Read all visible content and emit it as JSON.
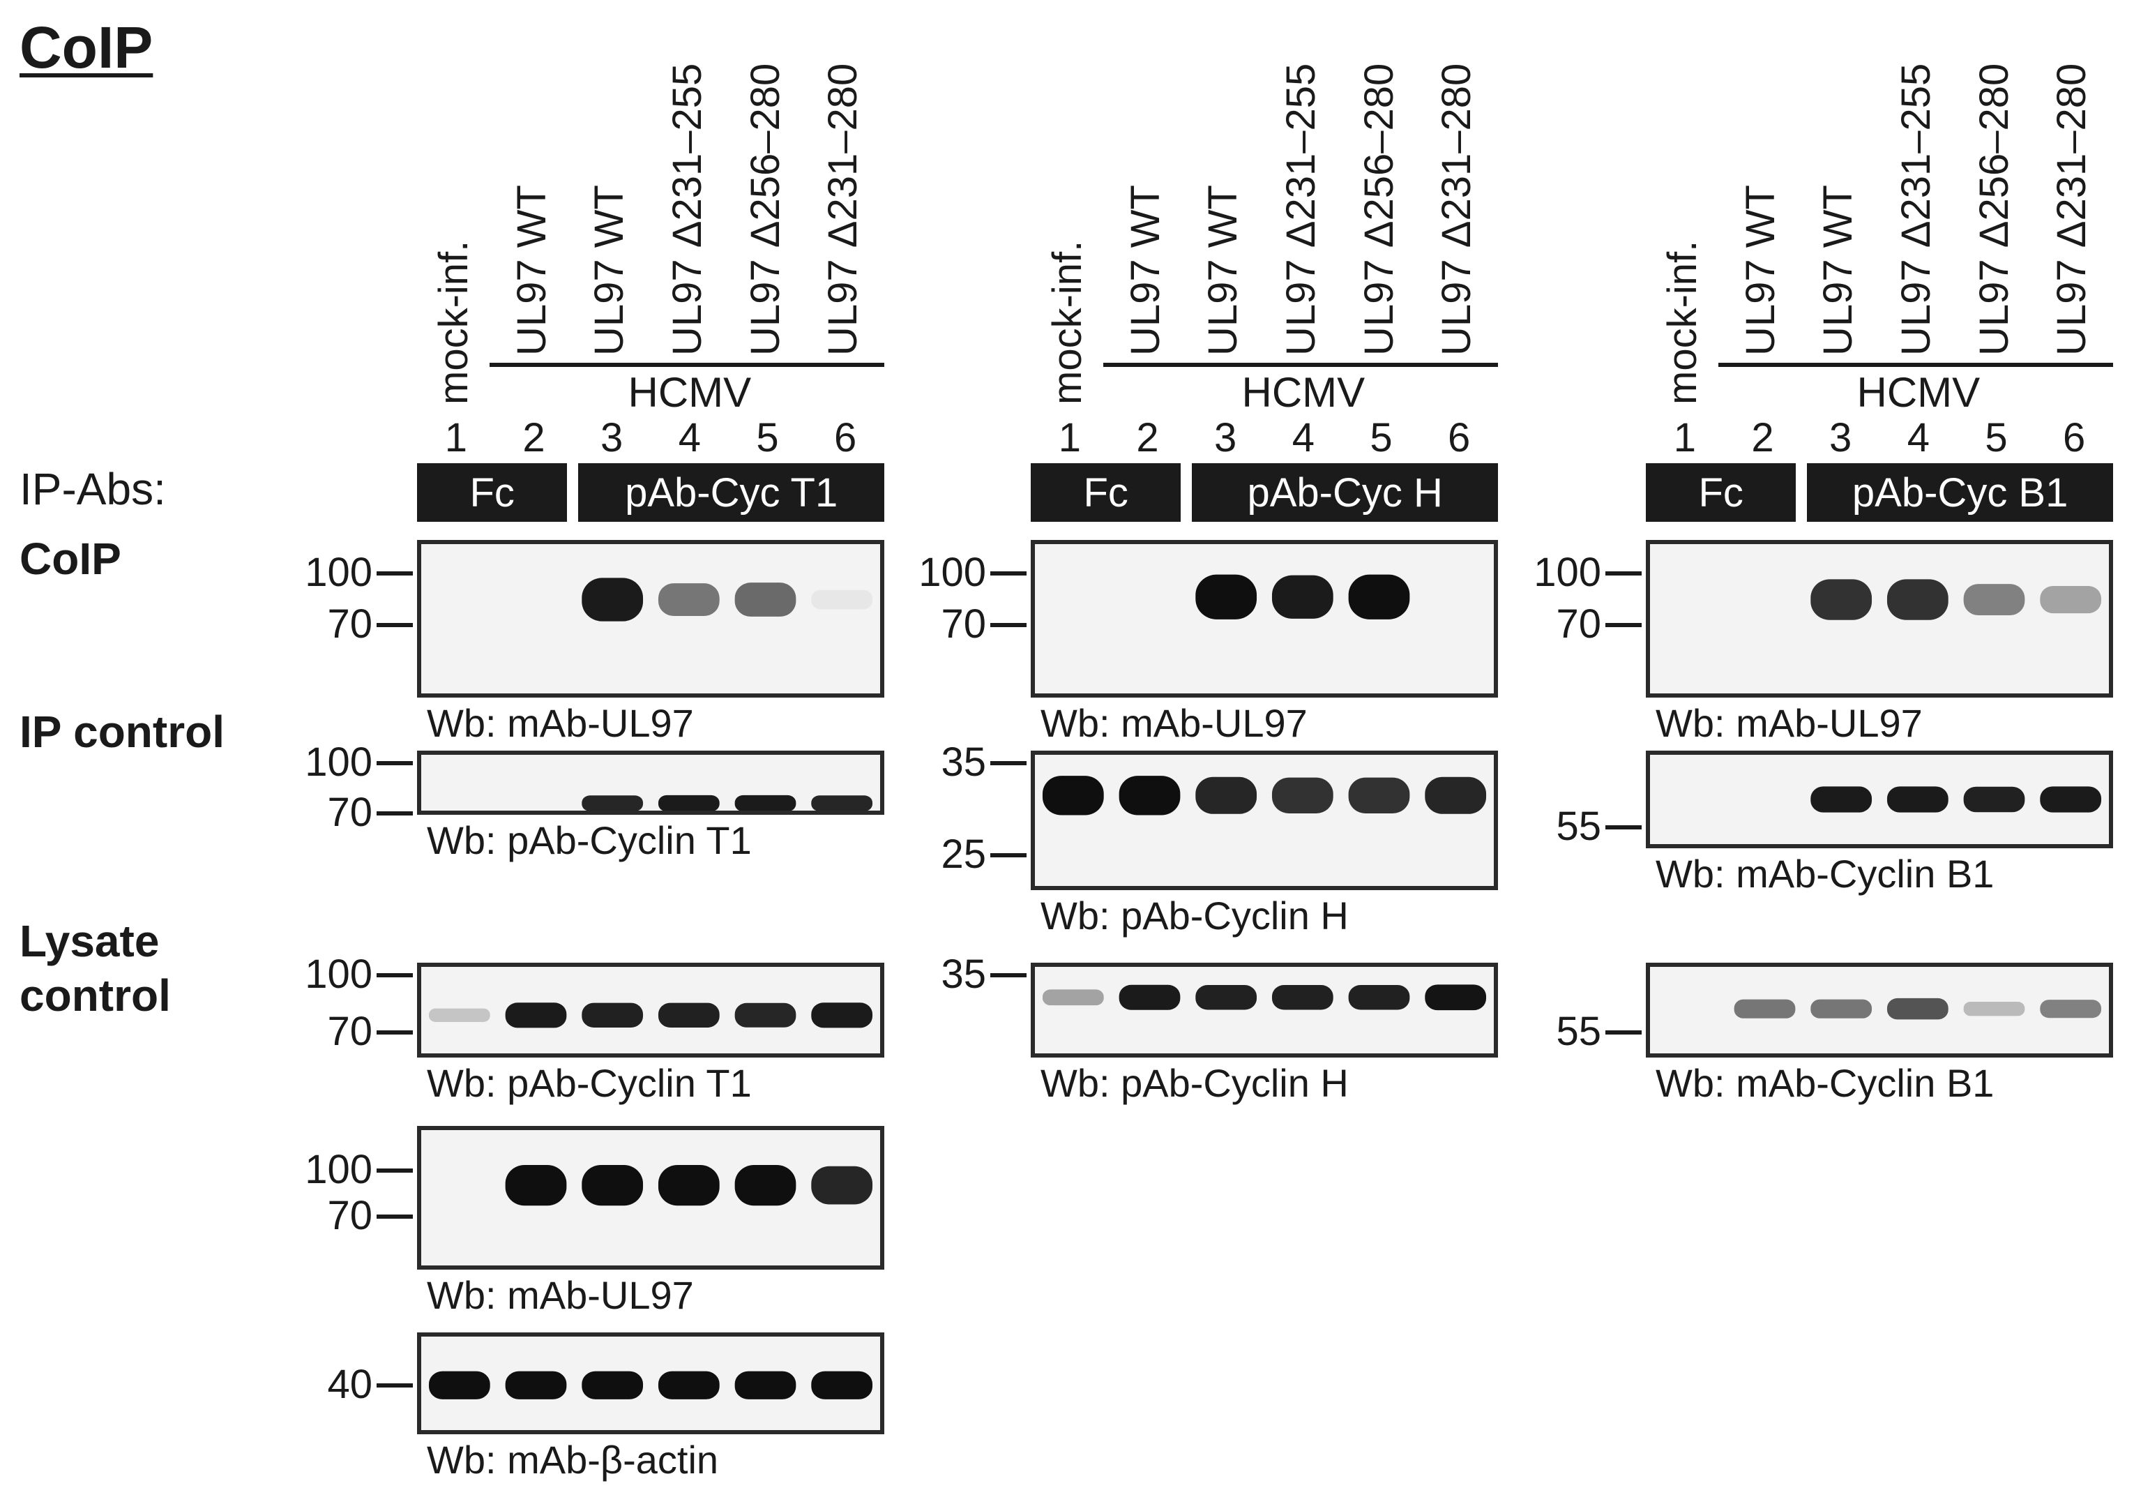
{
  "title": "CoIP",
  "sections": {
    "coip": "CoIP",
    "ip_control": "IP control",
    "lysate_control": "Lysate\ncontrol"
  },
  "ip_abs_label": "IP-Abs:",
  "lanes": [
    "mock-inf.",
    "UL97 WT",
    "UL97 WT",
    "UL97 Δ231–255",
    "UL97 Δ256–280",
    "UL97 Δ231–280"
  ],
  "lane_numbers": [
    "1",
    "2",
    "3",
    "4",
    "5",
    "6"
  ],
  "virus_label": "HCMV",
  "panels": [
    {
      "ip_boxes": [
        "Fc",
        "pAb-Cyc T1"
      ],
      "blots": [
        {
          "wb": "Wb: mAb-UL97",
          "markers": [
            "100",
            "70"
          ],
          "bands": [
            0,
            0,
            0.95,
            0.55,
            0.6,
            0.05
          ]
        },
        {
          "wb": "Wb: pAb-Cyclin T1",
          "markers": [
            "100",
            "70"
          ],
          "bands": [
            0,
            0,
            0.9,
            0.95,
            0.95,
            0.9
          ]
        },
        {
          "wb": "Wb: pAb-Cyclin T1",
          "markers": [
            "100",
            "70"
          ],
          "bands": [
            0.2,
            0.95,
            0.92,
            0.92,
            0.9,
            0.95
          ]
        },
        {
          "wb": "Wb: mAb-UL97",
          "markers": [
            "100",
            "70"
          ],
          "bands": [
            0,
            1,
            1,
            1,
            1,
            0.9
          ]
        },
        {
          "wb": "Wb: mAb-β-actin",
          "markers": [
            "40"
          ],
          "bands": [
            1,
            1,
            1,
            1,
            1,
            1
          ]
        }
      ]
    },
    {
      "ip_boxes": [
        "Fc",
        "pAb-Cyc H"
      ],
      "blots": [
        {
          "wb": "Wb: mAb-UL97",
          "markers": [
            "100",
            "70"
          ],
          "bands": [
            0,
            0,
            1,
            0.95,
            1,
            0
          ]
        },
        {
          "wb": "Wb: pAb-Cyclin H",
          "markers": [
            "35",
            "25"
          ],
          "bands": [
            1,
            1,
            0.9,
            0.85,
            0.85,
            0.9
          ]
        },
        {
          "wb": "Wb: pAb-Cyclin H",
          "markers": [
            "35"
          ],
          "bands": [
            0.35,
            0.95,
            0.92,
            0.92,
            0.92,
            0.98
          ]
        }
      ]
    },
    {
      "ip_boxes": [
        "Fc",
        "pAb-Cyc B1"
      ],
      "blots": [
        {
          "wb": "Wb: mAb-UL97",
          "markers": [
            "100",
            "70"
          ],
          "bands": [
            0,
            0,
            0.85,
            0.85,
            0.5,
            0.35
          ]
        },
        {
          "wb": "Wb: mAb-Cyclin B1",
          "markers": [
            "55"
          ],
          "bands": [
            0,
            0,
            0.95,
            0.95,
            0.92,
            0.95
          ]
        },
        {
          "wb": "Wb: mAb-Cyclin B1",
          "markers": [
            "55"
          ],
          "bands": [
            0,
            0.55,
            0.55,
            0.7,
            0.25,
            0.5
          ]
        }
      ]
    }
  ],
  "colors": {
    "band": "#0f0f0f",
    "blot_bg": "#f3f3f3",
    "box": "#1b1b1b"
  }
}
